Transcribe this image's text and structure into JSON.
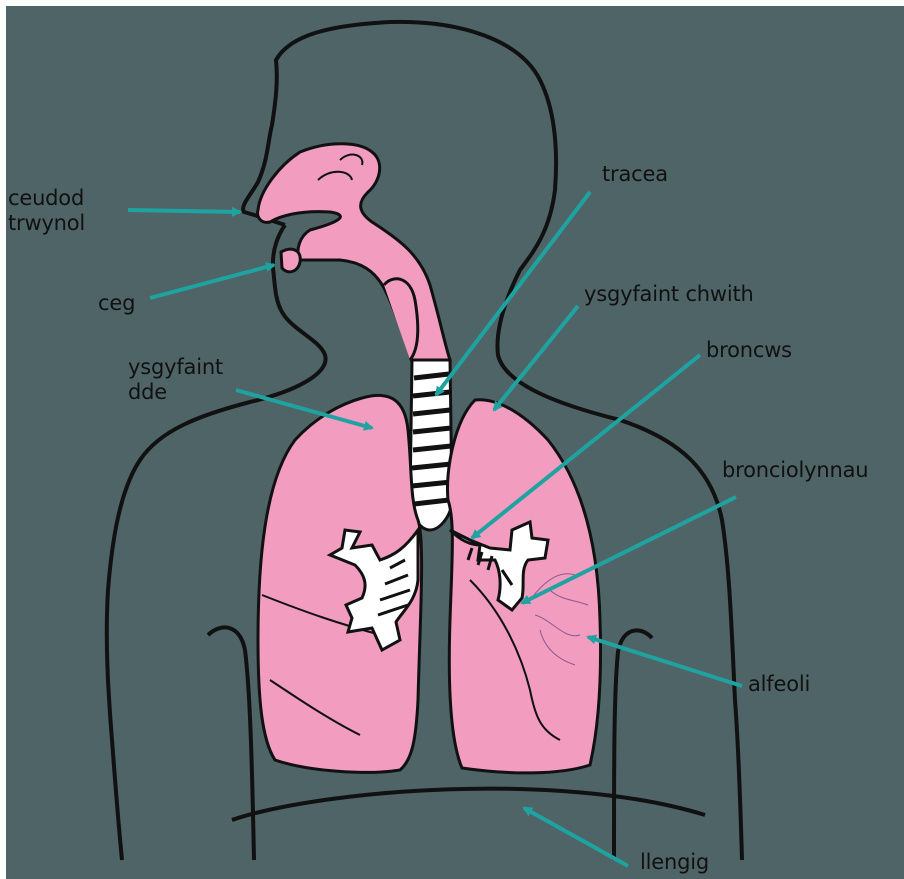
{
  "colors": {
    "background": "#4f6467",
    "outline": "#111111",
    "tissue": "#f29cc0",
    "arrow": "#1fa3a1",
    "bronchi": "#ffffff"
  },
  "labels": {
    "nasal_cavity": [
      "ceudod",
      "trwynol"
    ],
    "mouth": "ceg",
    "right_lung": [
      "ysgyfaint",
      "dde"
    ],
    "trachea": "tracea",
    "left_lung": "ysgyfaint chwith",
    "bronchus": "broncws",
    "bronchioles": "bronciolynnau",
    "alveoli": "alfeoli",
    "diaphragm": "llengig"
  }
}
